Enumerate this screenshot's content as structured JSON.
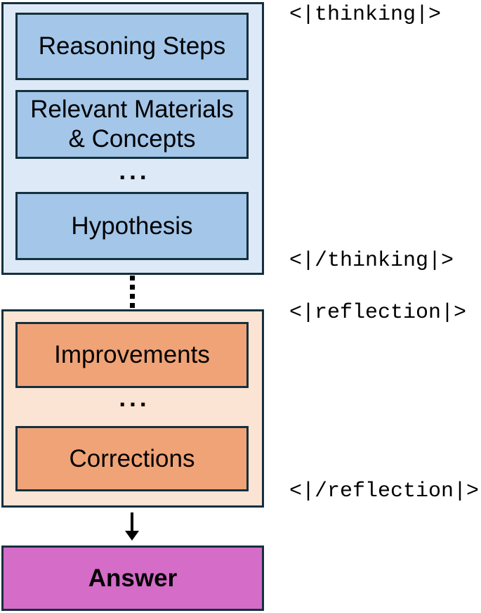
{
  "tags": {
    "thinking_open": "<|thinking|>",
    "thinking_close": "<|/thinking|>",
    "reflection_open": "<|reflection|>",
    "reflection_close": "<|/reflection|>"
  },
  "thinking": {
    "reasoning_steps": "Reasoning Steps",
    "materials_line1": "Relevant Materials",
    "materials_line2": "& Concepts",
    "ellipsis": "...",
    "hypothesis": "Hypothesis"
  },
  "reflection": {
    "improvements": "Improvements",
    "ellipsis": "...",
    "corrections": "Corrections"
  },
  "answer": {
    "label": "Answer"
  },
  "colors": {
    "border": "#15303e",
    "thinking_bg": "#dde9f6",
    "thinking_box_bg": "#a3c6e9",
    "reflection_bg": "#fce4d4",
    "reflection_box_bg": "#f0a377",
    "answer_bg": "#d46cc8",
    "text": "#000000"
  }
}
